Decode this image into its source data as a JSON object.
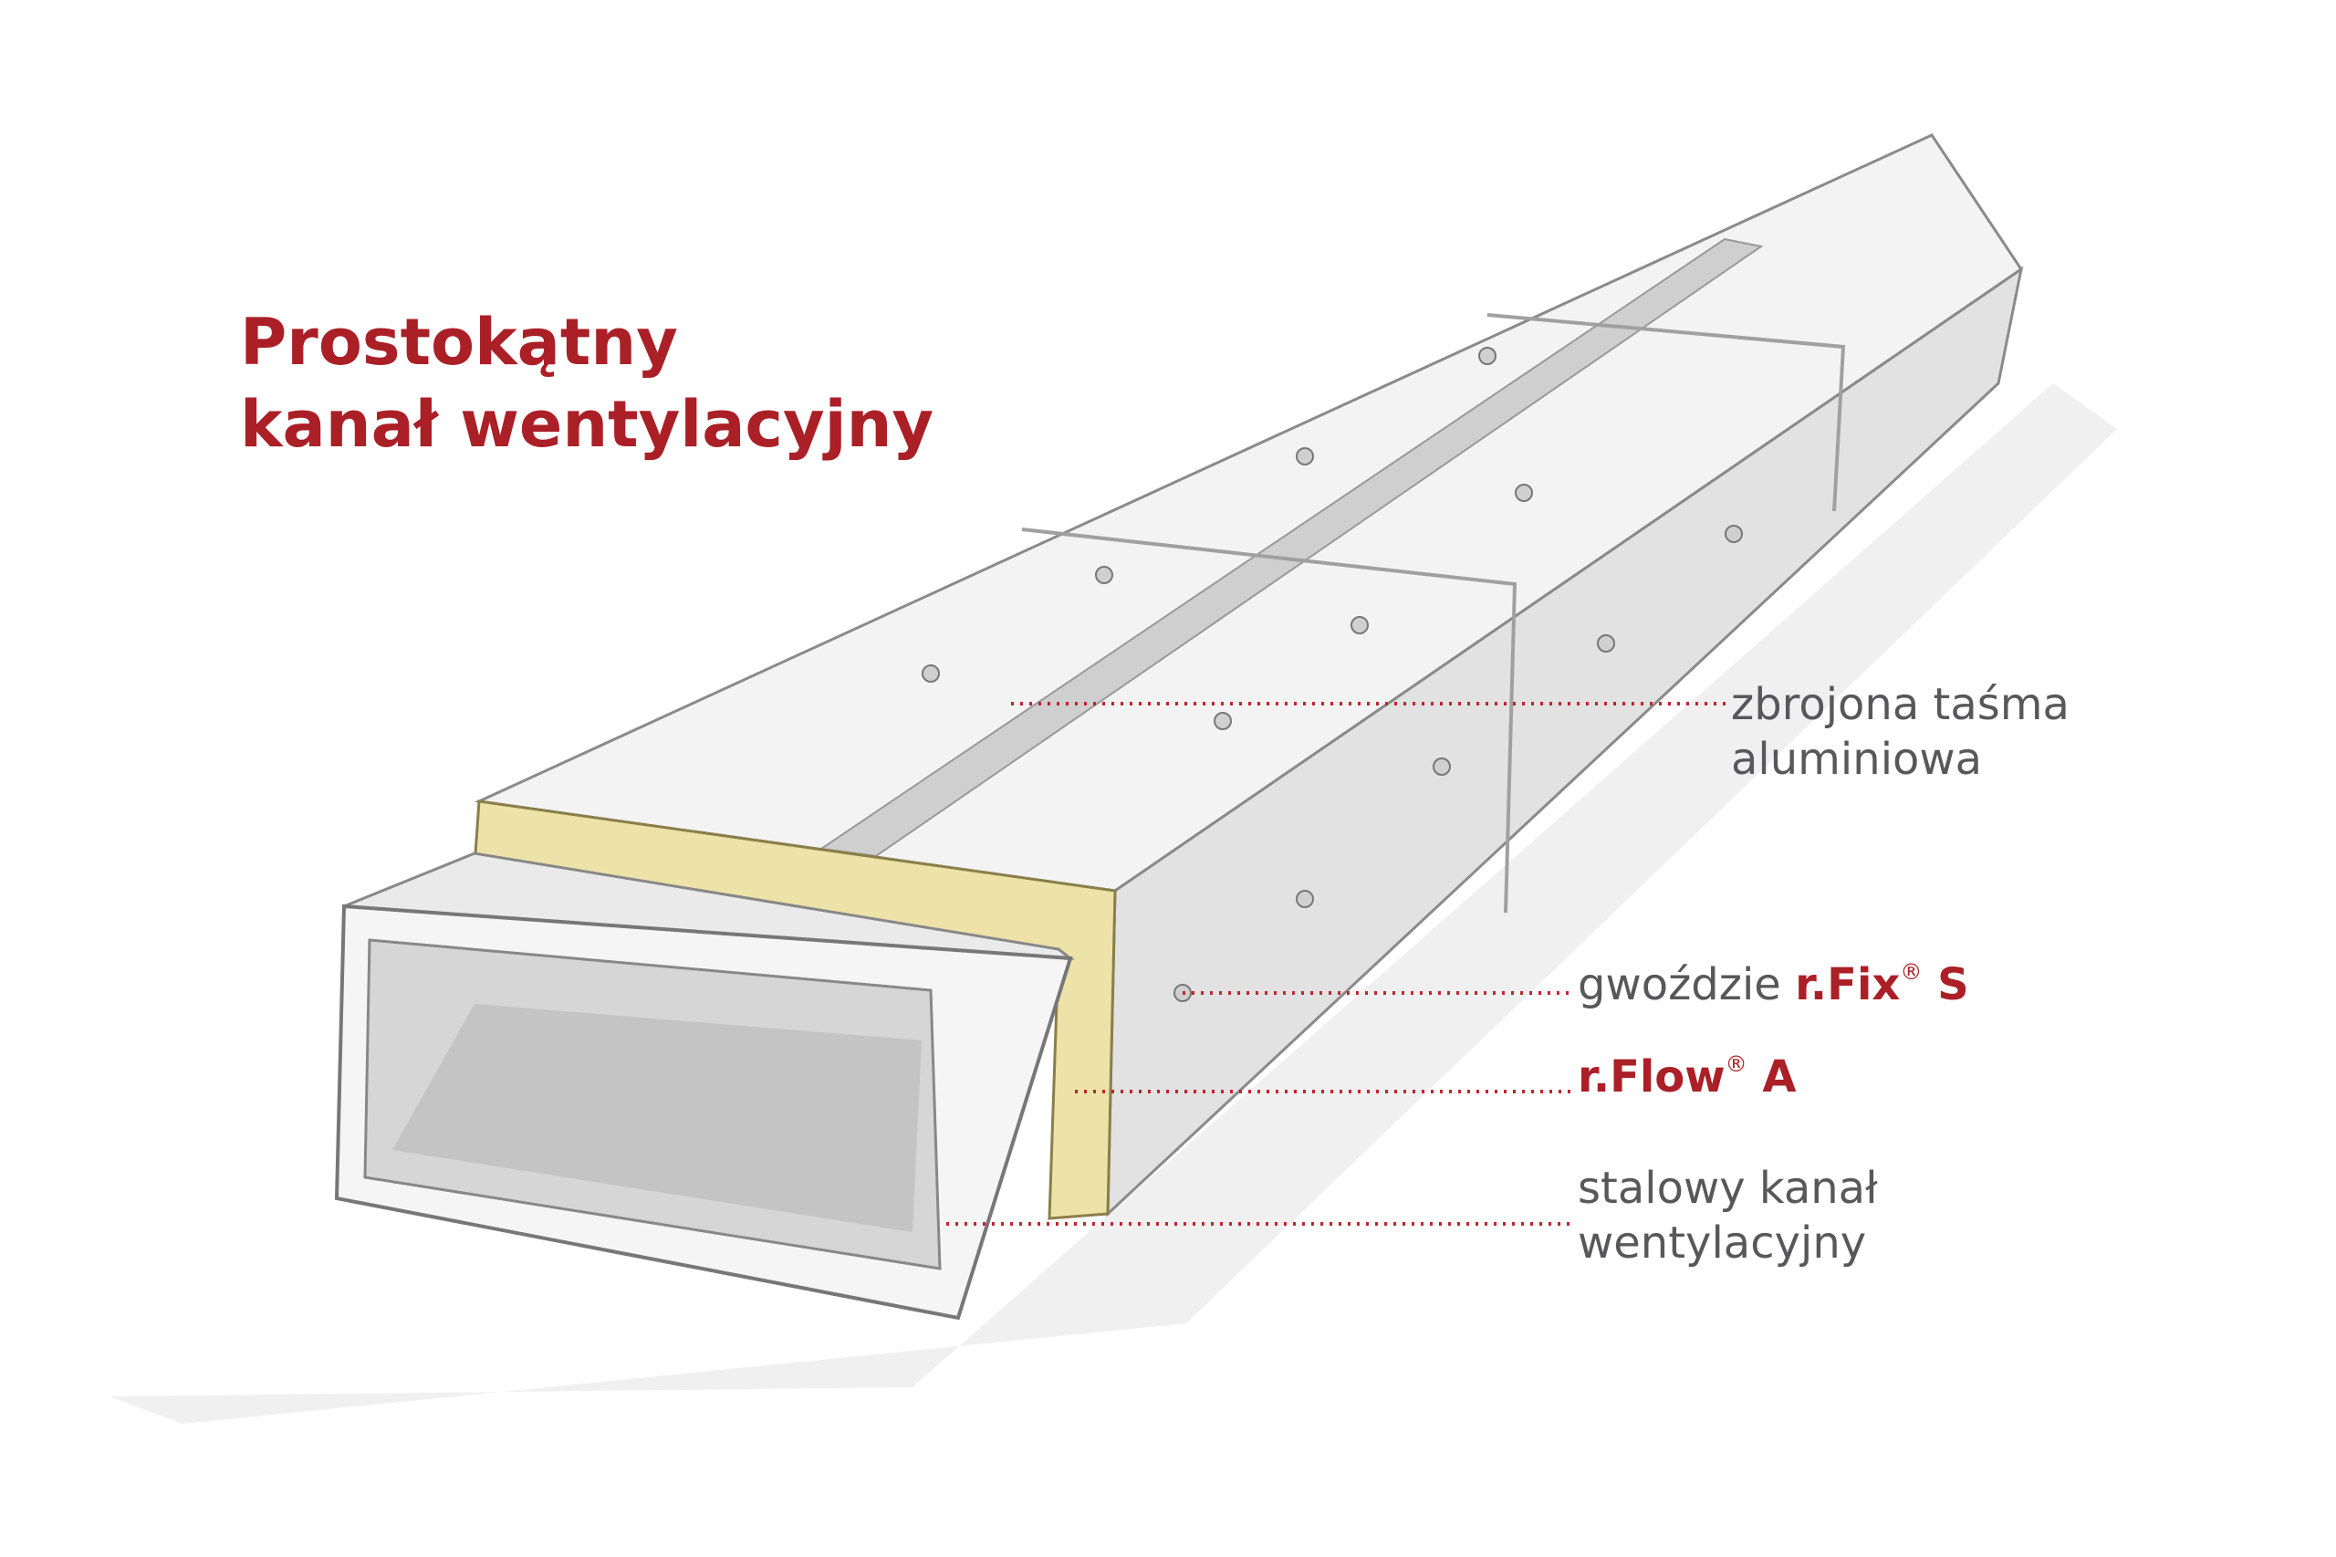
{
  "title": {
    "line1": "Prostokątny",
    "line2": "kanał wentylacyjny"
  },
  "labels": {
    "tape": {
      "line1": "zbrojona taśma",
      "line2": "aluminiowa"
    },
    "nails": {
      "prefix": "gwoździe",
      "brand": "r.Fix",
      "reg": "®",
      "suffix": "S"
    },
    "insulation": {
      "brand": "r.Flow",
      "reg": "®",
      "suffix": "A"
    },
    "duct": {
      "line1": "stalowy kanał",
      "line2": "wentylacyjny"
    }
  },
  "colors": {
    "accent": "#ab1f26",
    "text": "#58585a",
    "leader": "#c0262d",
    "insulation": "#ede3a8"
  }
}
